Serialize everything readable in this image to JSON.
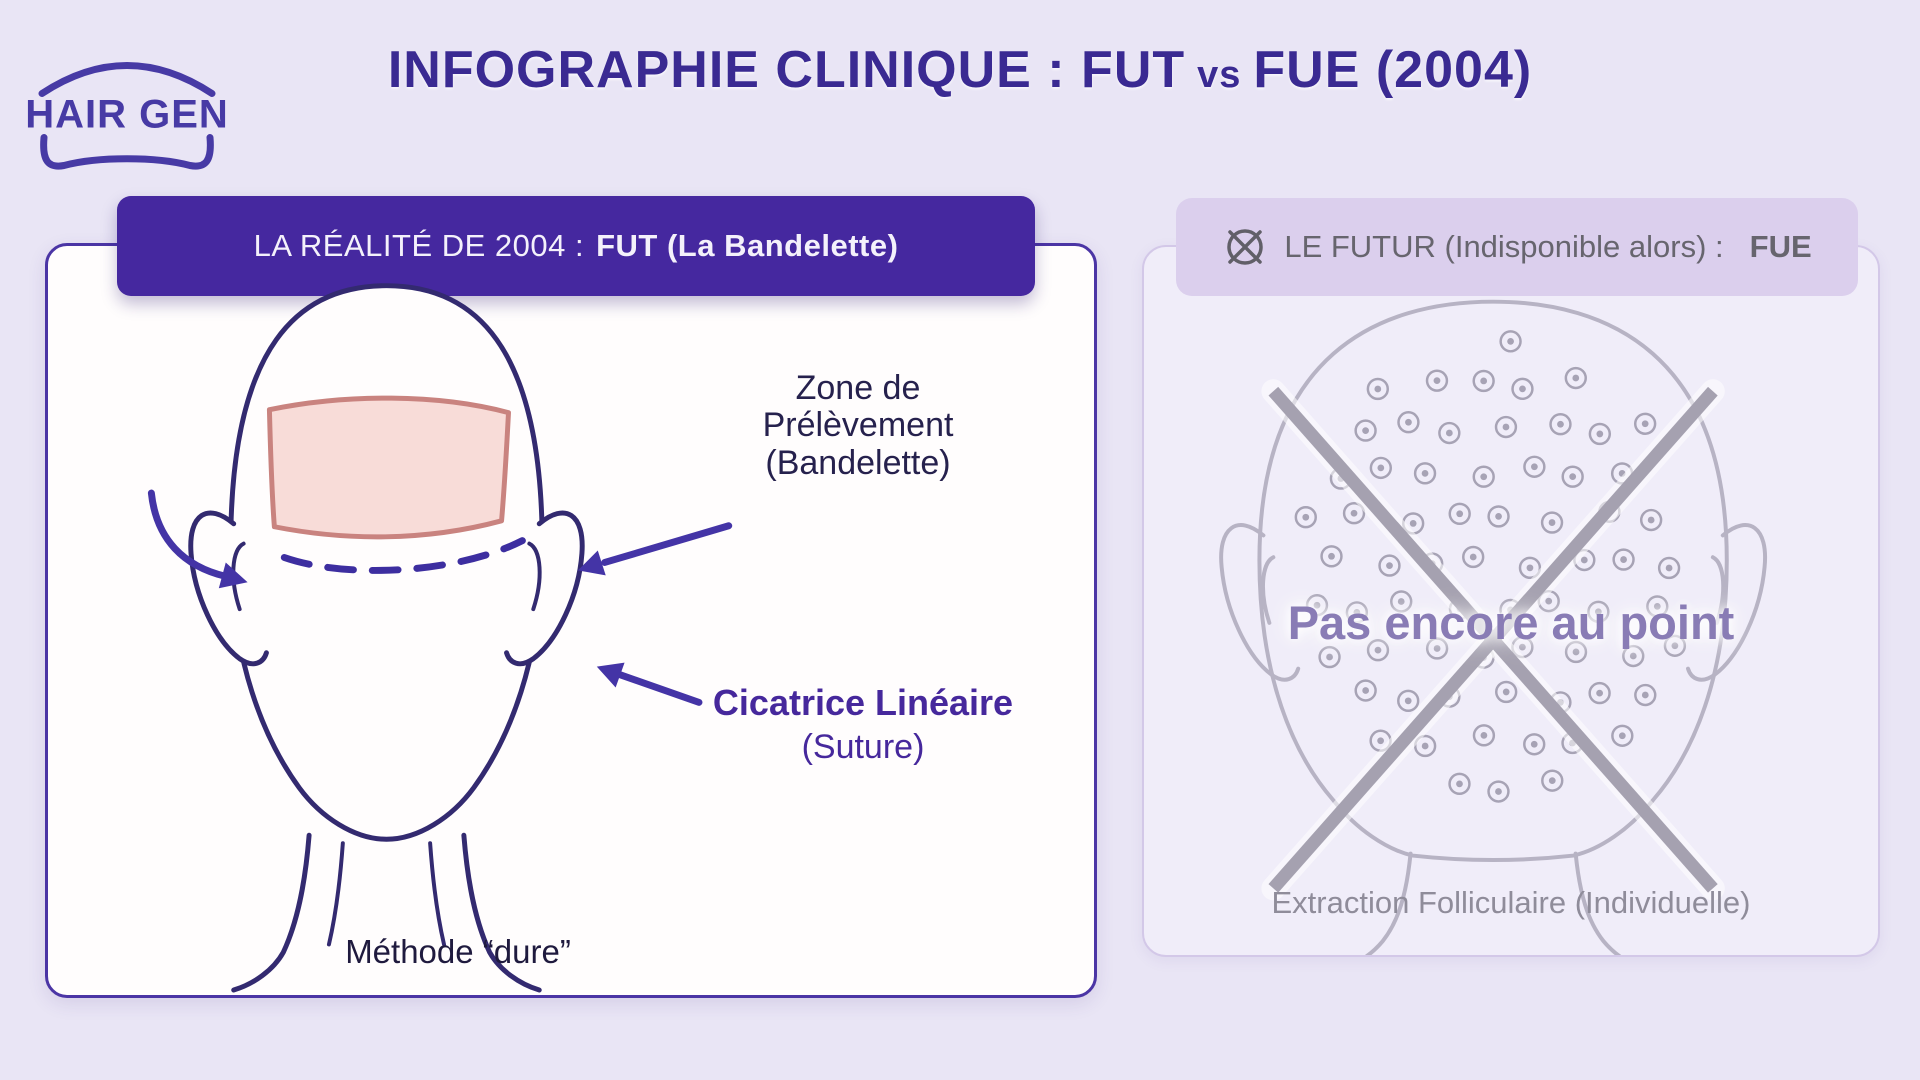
{
  "theme": {
    "bg": "#e9e5f5",
    "ink": "#3a2a92",
    "logo": "#473aa5",
    "accent": "#45289f",
    "accent-border": "#4b35a5",
    "outline": "#332a70",
    "strip-fill": "#f8dcd8",
    "strip-stroke": "#c9837f",
    "scar": "#3d2ea0",
    "arrow": "#4434a6",
    "label-dark": "#26214d",
    "label-purple": "#46289c",
    "fue-bg": "#f0edf9",
    "fue-band": "#dbcfed",
    "fue-text": "#67656e",
    "fue-outline": "#b7b3c4",
    "fue-dots": "#a7a3b5",
    "fue-cross": "#a5a1b0",
    "fue-overlay": "#897cb5",
    "fue-caption": "#8f8c9a"
  },
  "logo": {
    "text": "HAIR GEN"
  },
  "title": {
    "part1": "INFOGRAPHIE CLINIQUE : FUT",
    "vs": "vs",
    "part2": "FUE (2004)"
  },
  "fut_card": {
    "header": {
      "prefix": "LA RÉALITÉ DE 2004 :",
      "bold": "FUT (La Bandelette)"
    },
    "labels": {
      "zone_line1": "Zone de",
      "zone_line2": "Prélèvement",
      "zone_line3": "(Bandelette)",
      "scar_line1": "Cicatrice Linéaire",
      "scar_line2": "(Suture)",
      "method": "Méthode “dure”"
    }
  },
  "fue_card": {
    "header": {
      "icon": "crossed-circle",
      "prefix": "LE FUTUR (Indisponible alors) :",
      "bold": "FUE"
    },
    "overlay_text": "Pas encore au point",
    "caption": "Extraction Folliculaire (Individuelle)"
  }
}
